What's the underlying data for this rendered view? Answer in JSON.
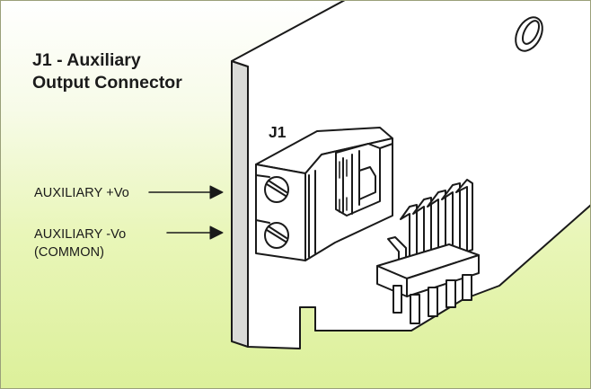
{
  "diagram": {
    "title_line1": "J1 - Auxiliary",
    "title_line2": "Output Connector",
    "connector_label": "J1",
    "aux_plus_label": "AUXILIARY +Vo",
    "aux_minus_label": "AUXILIARY -Vo",
    "aux_minus_sub": "(COMMON)",
    "colors": {
      "background_top": "#ffffff",
      "background_bottom": "#dcf09a",
      "board_face": "#ffffff",
      "board_edge": "#dadbd8",
      "outline": "#1a1a1a"
    }
  }
}
